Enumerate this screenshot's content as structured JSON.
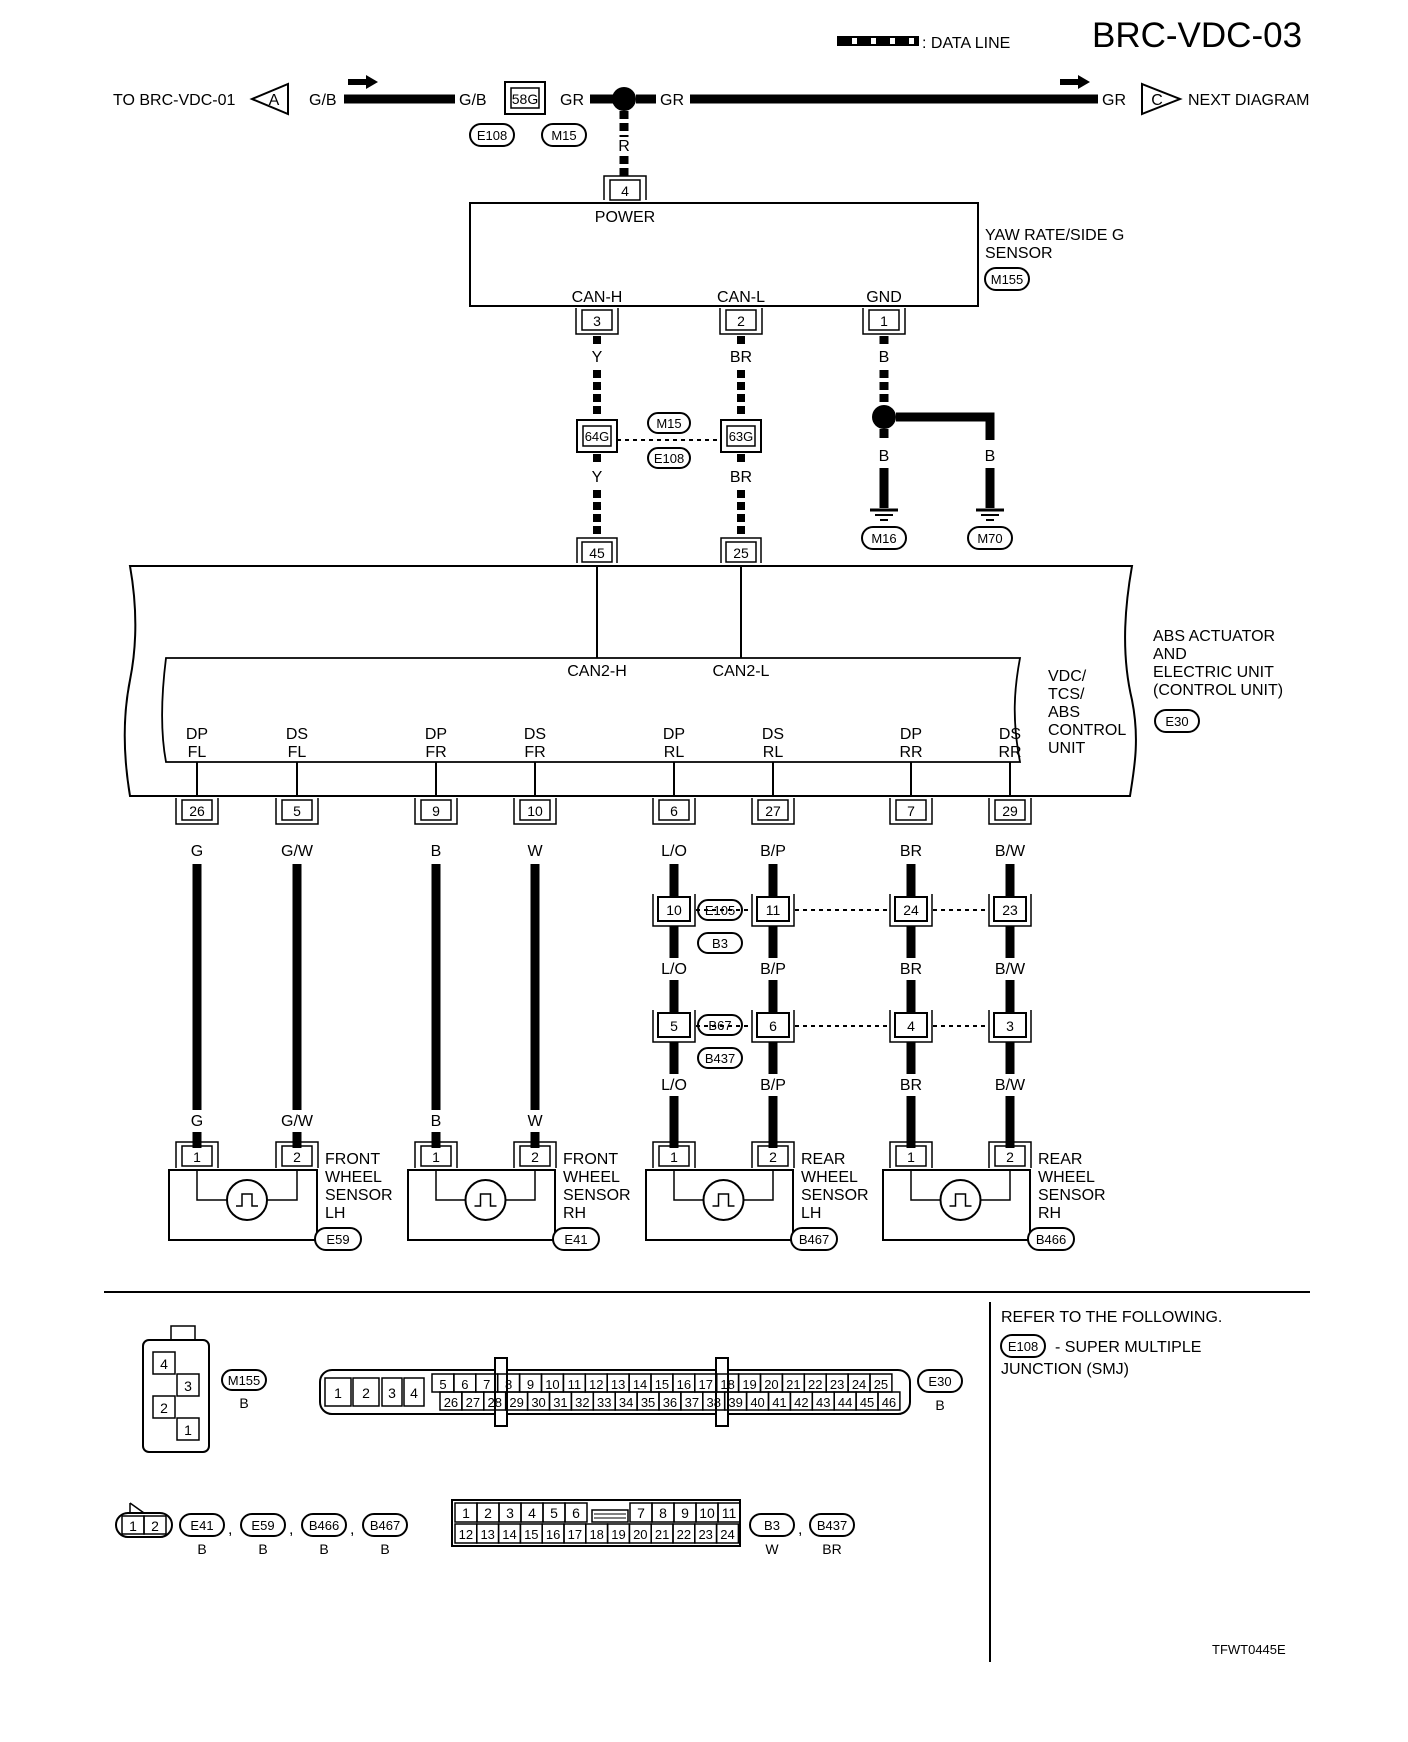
{
  "header": {
    "title": "BRC-VDC-03",
    "legend_label": ": DATA LINE",
    "to_label": "TO BRC-VDC-01",
    "from_connector": "A",
    "next_connector": "C",
    "next_label": "NEXT  DIAGRAM"
  },
  "top_wire": {
    "color_left_a": "G/B",
    "color_left_b": "G/B",
    "connector_58g": "58G",
    "color_mid": "GR",
    "color_right_a": "GR",
    "color_right_b": "GR",
    "tag_e108": "E108",
    "tag_m15": "M15",
    "drop_color": "R"
  },
  "yaw_sensor": {
    "name_line1": "YAW RATE/SIDE G",
    "name_line2": "SENSOR",
    "tag": "M155",
    "power_pin": "4",
    "power_label": "POWER",
    "pins": [
      {
        "label": "CAN-H",
        "pin": "3",
        "color": "Y"
      },
      {
        "label": "CAN-L",
        "pin": "2",
        "color": "BR"
      },
      {
        "label": "GND",
        "pin": "1",
        "color": "B"
      }
    ]
  },
  "joint": {
    "left_conn": "64G",
    "right_conn": "63G",
    "tag_top": "M15",
    "tag_bottom": "E108",
    "left_color": "Y",
    "right_color": "BR"
  },
  "ground": {
    "color_left": "B",
    "color_right": "B",
    "ground_left": "M16",
    "ground_right": "M70"
  },
  "abs_unit": {
    "line1": "ABS ACTUATOR",
    "line2": "AND",
    "line3": "ELECTRIC UNIT",
    "line4": "(CONTROL UNIT)",
    "tag": "E30",
    "inner_line1": "VDC/",
    "inner_line2": "TCS/",
    "inner_line3": "ABS",
    "inner_line4": "CONTROL",
    "inner_line5": "UNIT",
    "can_pins": [
      {
        "pin": "45",
        "label": "CAN2-H"
      },
      {
        "pin": "25",
        "label": "CAN2-L"
      }
    ],
    "signals": [
      {
        "l1": "DP",
        "l2": "FL",
        "pin": "26",
        "color": "G"
      },
      {
        "l1": "DS",
        "l2": "FL",
        "pin": "5",
        "color": "G/W"
      },
      {
        "l1": "DP",
        "l2": "FR",
        "pin": "9",
        "color": "B"
      },
      {
        "l1": "DS",
        "l2": "FR",
        "pin": "10",
        "color": "W"
      },
      {
        "l1": "DP",
        "l2": "RL",
        "pin": "6",
        "color": "L/O"
      },
      {
        "l1": "DS",
        "l2": "RL",
        "pin": "27",
        "color": "B/P"
      },
      {
        "l1": "DP",
        "l2": "RR",
        "pin": "7",
        "color": "BR"
      },
      {
        "l1": "DS",
        "l2": "RR",
        "pin": "29",
        "color": "B/W"
      }
    ]
  },
  "rear_joints": {
    "row1_pins": [
      "10",
      "11",
      "24",
      "23"
    ],
    "row1_tag_top": "E105",
    "row1_tag_bottom": "B3",
    "row2_pins": [
      "5",
      "6",
      "4",
      "3"
    ],
    "row2_tag_top": "B67",
    "row2_tag_bottom": "B437",
    "colors": [
      "L/O",
      "B/P",
      "BR",
      "B/W"
    ]
  },
  "sensors": [
    {
      "line1": "FRONT",
      "line2": "WHEEL",
      "line3": "SENSOR",
      "line4": "LH",
      "tag": "E59",
      "pin1": "1",
      "pin2": "2"
    },
    {
      "line1": "FRONT",
      "line2": "WHEEL",
      "line3": "SENSOR",
      "line4": "RH",
      "tag": "E41",
      "pin1": "1",
      "pin2": "2"
    },
    {
      "line1": "REAR",
      "line2": "WHEEL",
      "line3": "SENSOR",
      "line4": "LH",
      "tag": "B467",
      "pin1": "1",
      "pin2": "2"
    },
    {
      "line1": "REAR",
      "line2": "WHEEL",
      "line3": "SENSOR",
      "line4": "RH",
      "tag": "B466",
      "pin1": "1",
      "pin2": "2"
    }
  ],
  "connectors": {
    "m155_pins": [
      "4",
      "3",
      "2",
      "1"
    ],
    "m155_tag": "M155",
    "m155_color": "B",
    "e30_left": [
      "1",
      "2",
      "3",
      "4"
    ],
    "e30_top": [
      "5",
      "6",
      "7",
      "8",
      "9",
      "10",
      "11",
      "12",
      "13",
      "14",
      "15",
      "16",
      "17",
      "18",
      "19",
      "20",
      "21",
      "22",
      "23",
      "24",
      "25"
    ],
    "e30_bottom": [
      "26",
      "27",
      "28",
      "29",
      "30",
      "31",
      "32",
      "33",
      "34",
      "35",
      "36",
      "37",
      "38",
      "39",
      "40",
      "41",
      "42",
      "43",
      "44",
      "45",
      "46"
    ],
    "e30_tag": "E30",
    "e30_color": "B",
    "two_pin": [
      "1",
      "2"
    ],
    "two_pin_tags": [
      {
        "tag": "E41",
        "color": "B"
      },
      {
        "tag": "E59",
        "color": "B"
      },
      {
        "tag": "B466",
        "color": "B"
      },
      {
        "tag": "B467",
        "color": "B"
      }
    ],
    "b3_top": [
      "1",
      "2",
      "3",
      "4",
      "5",
      "6",
      "7",
      "8",
      "9",
      "10",
      "11"
    ],
    "b3_bottom": [
      "12",
      "13",
      "14",
      "15",
      "16",
      "17",
      "18",
      "19",
      "20",
      "21",
      "22",
      "23",
      "24"
    ],
    "b3_tags": [
      {
        "tag": "B3",
        "color": "W"
      },
      {
        "tag": "B437",
        "color": "BR"
      }
    ]
  },
  "refer": {
    "heading": "REFER TO THE FOLLOWING.",
    "tag": "E108",
    "text1": "- SUPER MULTIPLE",
    "text2": "JUNCTION (SMJ)"
  },
  "footer": {
    "code": "TFWT0445E"
  }
}
